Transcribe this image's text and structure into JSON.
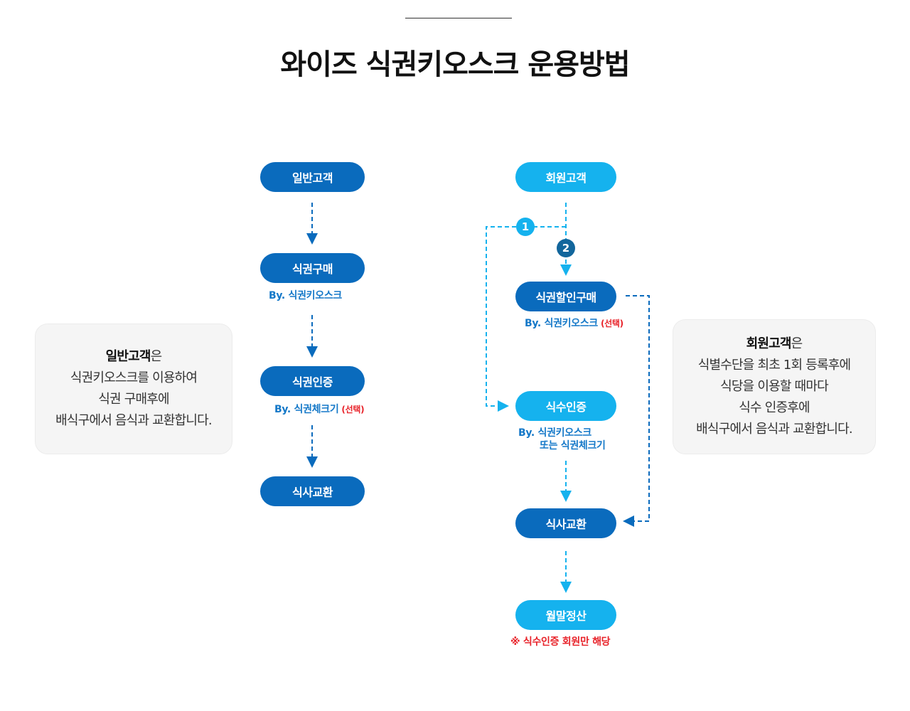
{
  "title": "와이즈 식권키오스크 운용방법",
  "general": {
    "start": "일반고객",
    "step1": {
      "label": "식권구매",
      "by": "By. 식권키오스크"
    },
    "step2": {
      "label": "식권인증",
      "by": "By. 식권체크기",
      "option": "(선택)"
    },
    "step3": {
      "label": "식사교환"
    }
  },
  "member": {
    "start": "회원고객",
    "path_one": "1",
    "path_two": "2",
    "discount": {
      "label": "식권할인구매",
      "by": "By. 식권키오스크",
      "option": "(선택)"
    },
    "auth": {
      "label": "식수인증",
      "by_line1": "By. 식권키오스크",
      "by_line2": "또는 식권체크기"
    },
    "exchange": {
      "label": "식사교환"
    },
    "settle": {
      "label": "월말정산",
      "note": "※ 식수인증 회원만 해당"
    }
  },
  "left_box": {
    "bold": "일반고객",
    "suffix": "은",
    "line2": "식권키오스크를 이용하여",
    "line3": "식권 구매후에",
    "line4": "배식구에서 음식과 교환합니다."
  },
  "right_box": {
    "bold": "회원고객",
    "suffix": "은",
    "line2": "식별수단을 최초 1회 등록후에",
    "line3": "식당을 이용할 때마다",
    "line4": "식수 인증후에",
    "line5": "배식구에서 음식과 교환합니다."
  },
  "colors": {
    "dark_blue": "#0a6bbd",
    "light_blue": "#15b2ee",
    "step_two": "#12669c",
    "red": "#e8232a",
    "box_bg": "#f5f5f5"
  }
}
